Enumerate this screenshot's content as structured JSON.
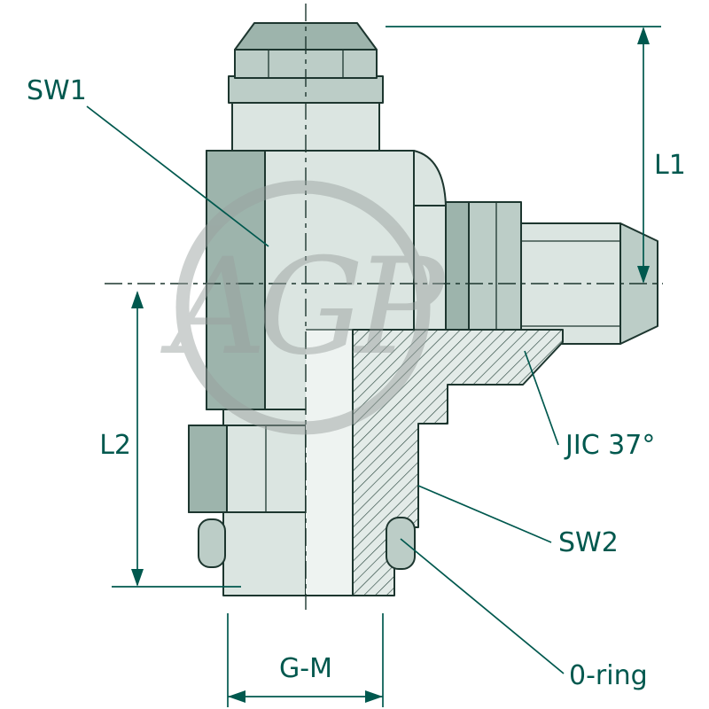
{
  "drawing": {
    "labels": {
      "sw1": "SW1",
      "l1": "L1",
      "l2": "L2",
      "jic": "JIC 37°",
      "sw2": "SW2",
      "gm": "G-M",
      "oring": "0-ring"
    },
    "watermark": "AGP",
    "colors": {
      "label": "#00584e",
      "outline": "#1d362f",
      "fill_light": "#dbe5e1",
      "fill_mid": "#bccdc7",
      "fill_dark": "#9db4ac",
      "fill_lighter": "#eef3f1",
      "watermark": "#99a09e",
      "background": "#ffffff"
    }
  }
}
